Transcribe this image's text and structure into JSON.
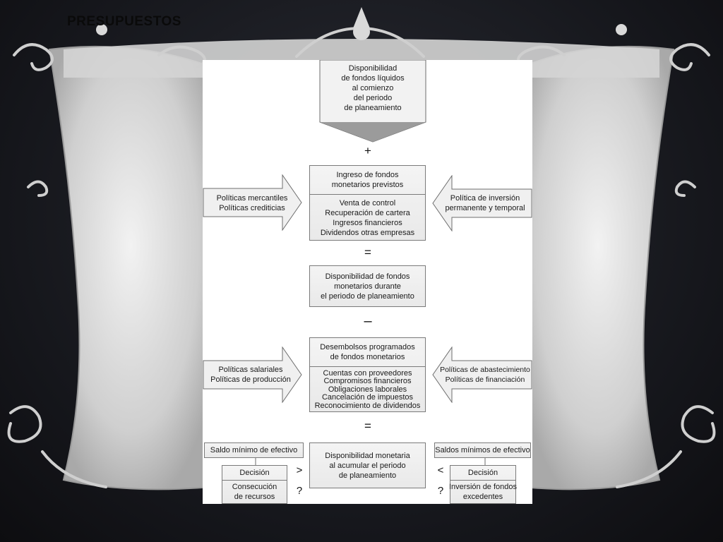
{
  "title": "PRESUPUESTOS",
  "start_box": {
    "lines": [
      "Disponibilidad",
      "de fondos líquidos",
      "al comienzo",
      "del periodo",
      "de planeamiento"
    ]
  },
  "plus": "+",
  "income_box": {
    "header": [
      "Ingreso de fondos",
      "monetarios previstos"
    ],
    "items": [
      "Venta de control",
      "Recuperación de cartera",
      "Ingresos financieros",
      "Dividendos otras empresas"
    ]
  },
  "left_arrow_1": {
    "lines": [
      "Políticas mercantiles",
      "Políticas crediticias"
    ]
  },
  "right_arrow_1": {
    "lines": [
      "Política de inversión",
      "permanente y temporal"
    ]
  },
  "equals_1": "=",
  "availability_box": {
    "lines": [
      "Disponibilidad de fondos",
      "monetarios durante",
      "el periodo de planeamiento"
    ]
  },
  "minus": "–",
  "outflow_box": {
    "header": [
      "Desembolsos programados",
      "de fondos monetarios"
    ],
    "items": [
      "Cuentas con proveedores",
      "Compromisos financieros",
      "Obligaciones laborales",
      "Cancelación de impuestos",
      "Reconocimiento de dividendos"
    ]
  },
  "left_arrow_2": {
    "lines": [
      "Políticas salariales",
      "Políticas de producción"
    ]
  },
  "right_arrow_2": {
    "lines": [
      "Políticas de abastecimiento",
      "Políticas de financiación"
    ]
  },
  "equals_2": "=",
  "final_box": {
    "lines": [
      "Disponibilidad monetaria",
      "al acumular el periodo",
      "de planeamiento"
    ]
  },
  "left_bottom": {
    "saldo": "Saldo mínimo de efectivo",
    "decision": "Decisión",
    "action": [
      "Consecución",
      "de recursos"
    ],
    "compare": ">",
    "question": "?"
  },
  "right_bottom": {
    "saldo": "Saldos mínimos de efectivo",
    "decision": "Decisión",
    "action": [
      "Inversión de fondos",
      "excedentes"
    ],
    "compare": "<",
    "question": "?"
  },
  "colors": {
    "frame": "#d6d6d6",
    "frame_edge": "#bdbdbd",
    "panel": "#ffffff",
    "arrow_fill": "#f0f0f0",
    "stroke": "#6e6e6e"
  }
}
